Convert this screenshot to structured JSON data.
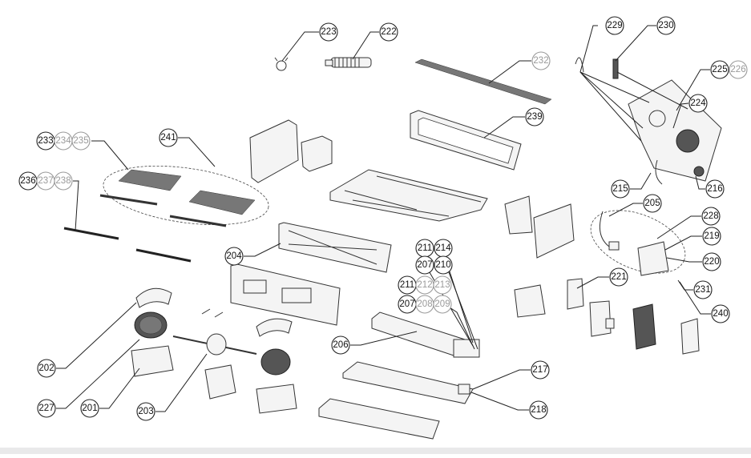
{
  "callouts": {
    "c223": "223",
    "c222": "222",
    "c232": "232",
    "c229": "229",
    "c230": "230",
    "c225": "225",
    "c226": "226",
    "c224": "224",
    "c239": "239",
    "c233": "233",
    "c234": "234",
    "c235": "235",
    "c241": "241",
    "c236": "236",
    "c237": "237",
    "c238": "238",
    "c215": "215",
    "c216": "216",
    "c205": "205",
    "c228": "228",
    "c219": "219",
    "c220": "220",
    "c231": "231",
    "c240": "240",
    "c204": "204",
    "c211a": "211",
    "c214": "214",
    "c207a": "207",
    "c210": "210",
    "c211b": "211",
    "c212": "212",
    "c213": "213",
    "c207b": "207",
    "c208": "208",
    "c209": "209",
    "c221": "221",
    "c206": "206",
    "c217": "217",
    "c218": "218",
    "c202": "202",
    "c227": "227",
    "c201": "201",
    "c203": "203"
  }
}
